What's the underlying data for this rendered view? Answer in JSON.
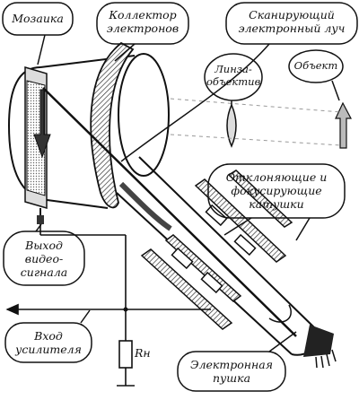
{
  "labels": {
    "mosaic": "Мозаика",
    "collector": [
      "Коллектор",
      "электронов"
    ],
    "scan_beam": [
      "Сканирующий",
      "электронный луч"
    ],
    "lens": [
      "Линза-",
      "объектив"
    ],
    "object": "Объект",
    "deflect": [
      "Отклоняющие и",
      "фокусирующие",
      "катушки"
    ],
    "video_out": [
      "Выход",
      "видео-",
      "сигнала"
    ],
    "amp_in": [
      "Вход",
      "усилителя"
    ],
    "resistor": "Rн",
    "gun": [
      "Электронная",
      "пушка"
    ]
  }
}
